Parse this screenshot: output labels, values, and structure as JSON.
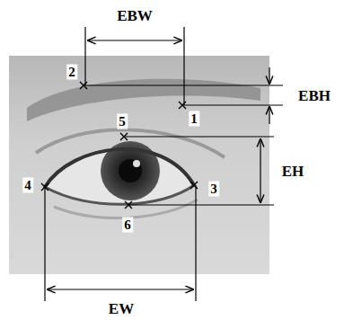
{
  "diagram": {
    "labels": [
      "EBW",
      "2",
      "EBH",
      "1",
      "5",
      "EH",
      "4",
      "3",
      "6",
      "EW"
    ]
  }
}
